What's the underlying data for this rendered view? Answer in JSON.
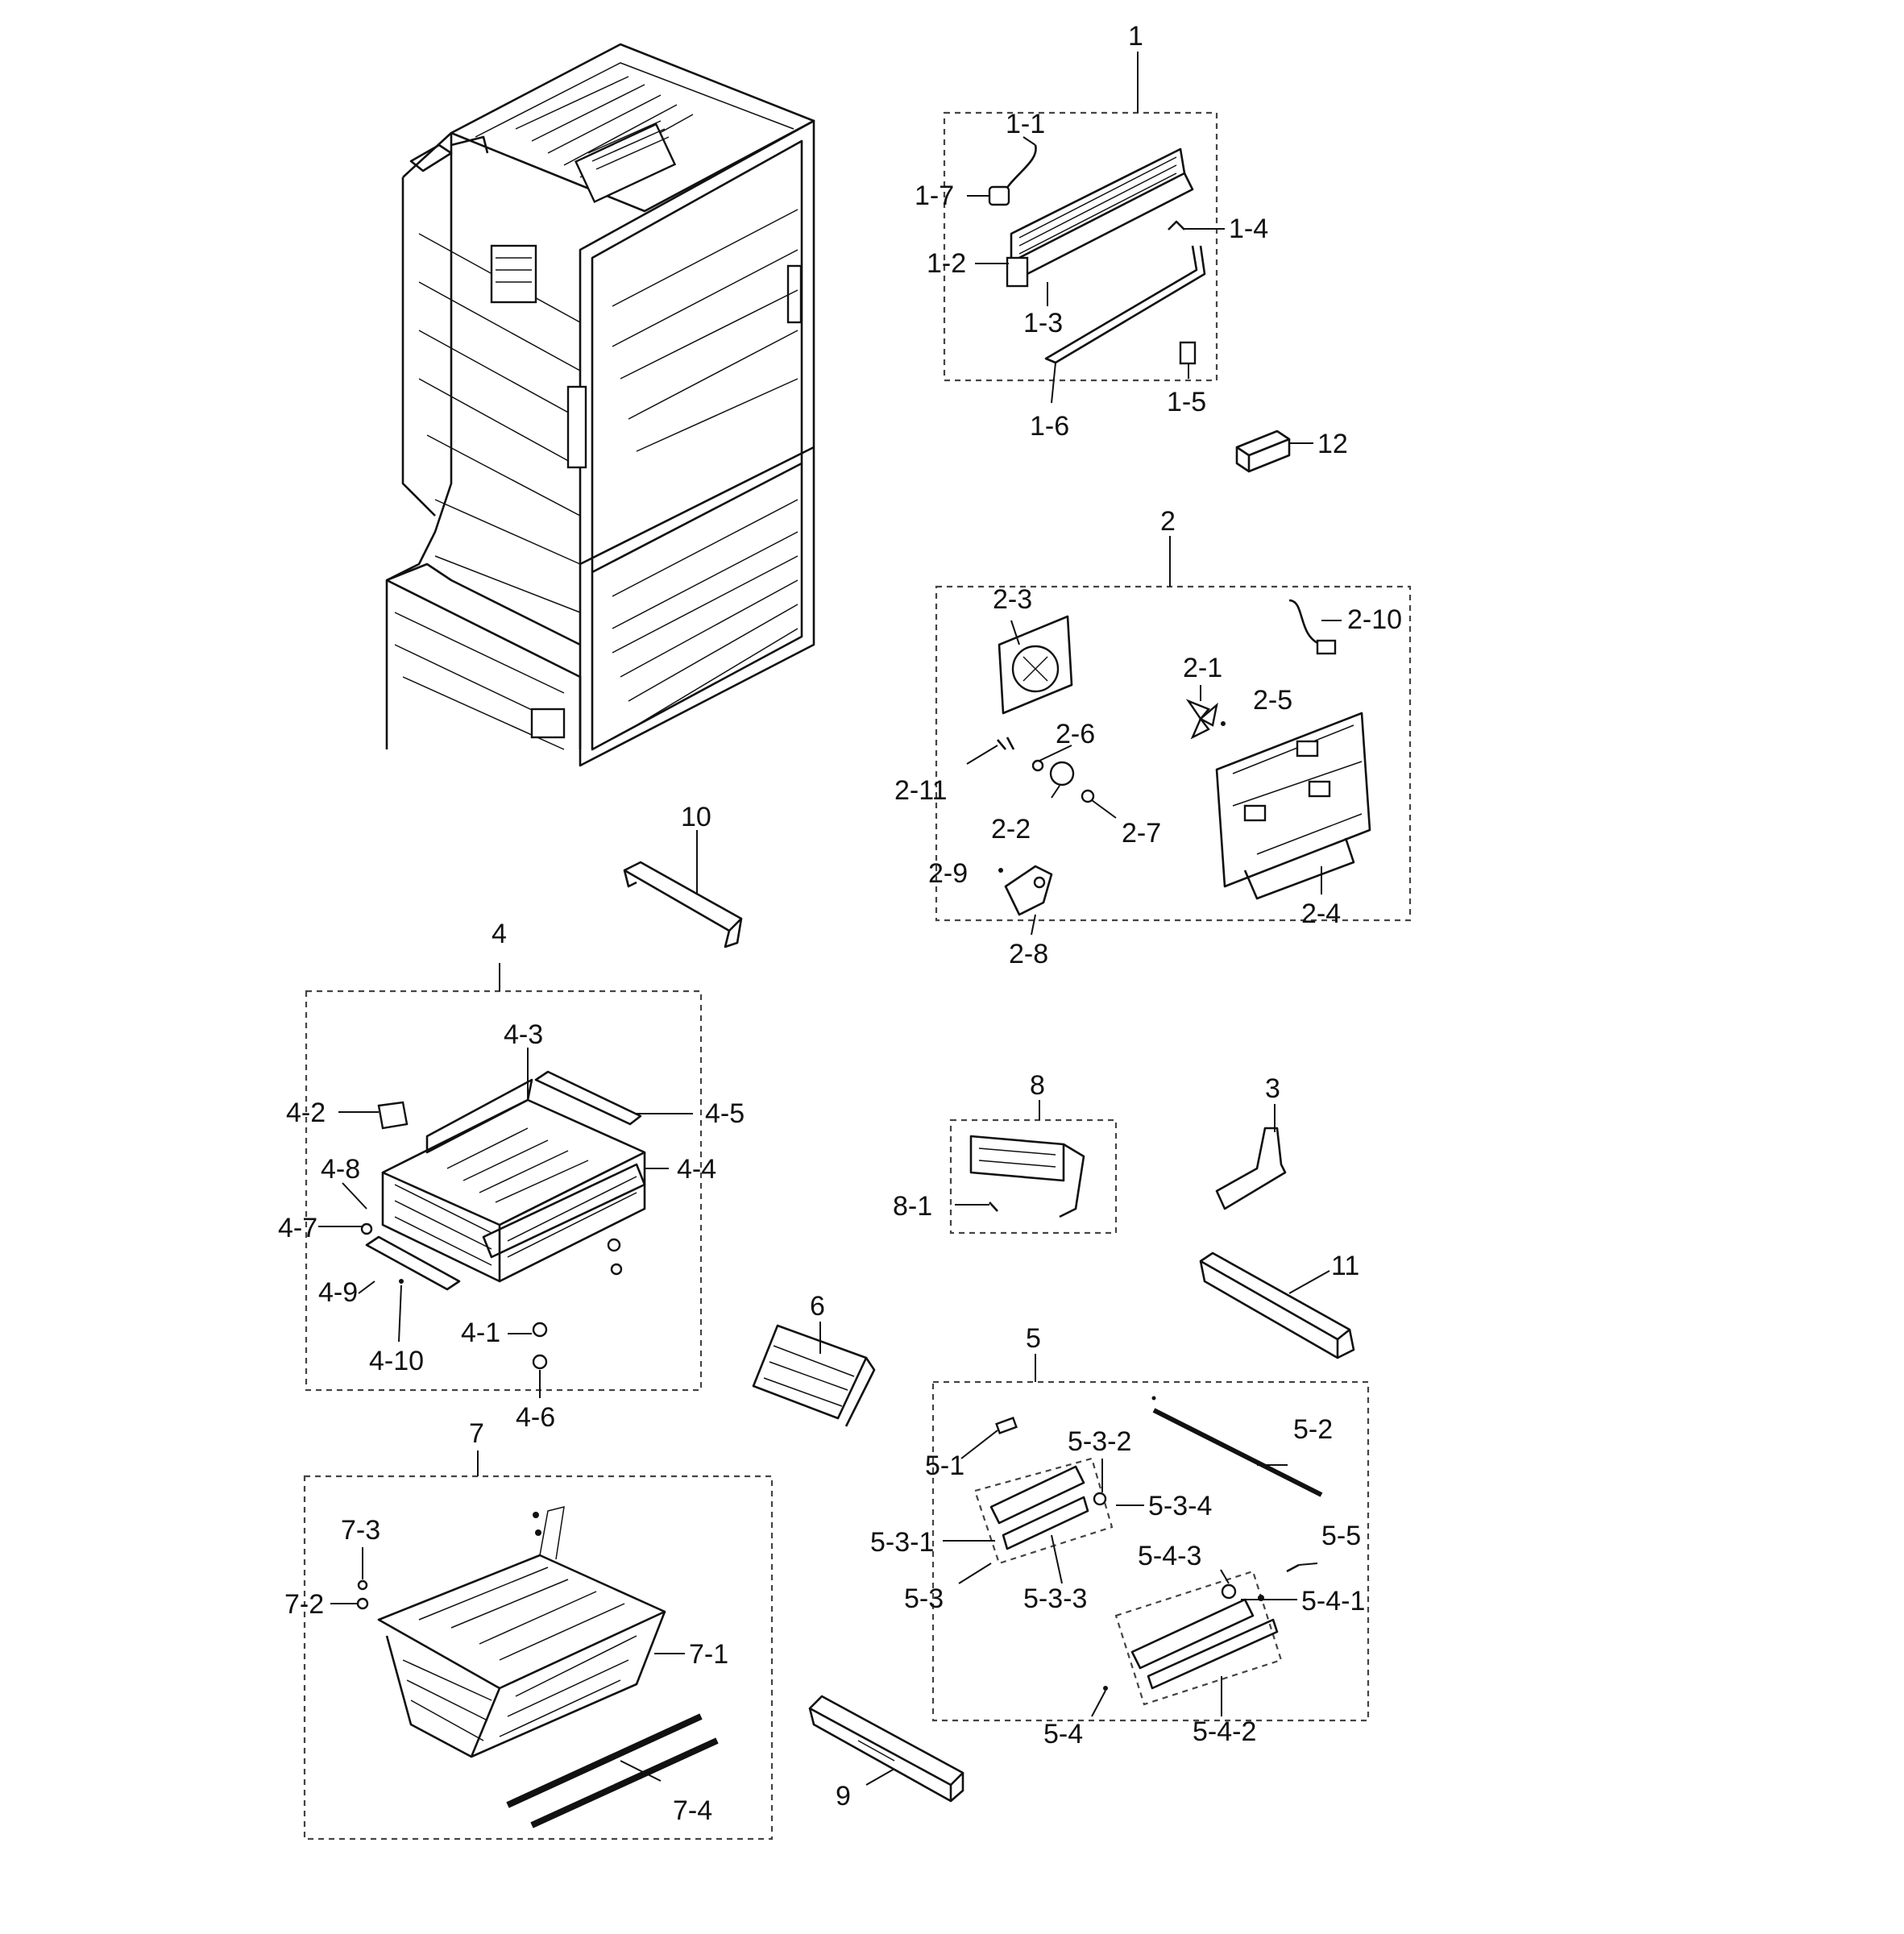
{
  "diagram": {
    "labels": {
      "c1": "1",
      "c1_1": "1-1",
      "c1_2": "1-2",
      "c1_3": "1-3",
      "c1_4": "1-4",
      "c1_5": "1-5",
      "c1_6": "1-6",
      "c1_7": "1-7",
      "c12": "12",
      "c2": "2",
      "c2_1": "2-1",
      "c2_2": "2-2",
      "c2_3": "2-3",
      "c2_4": "2-4",
      "c2_5": "2-5",
      "c2_6": "2-6",
      "c2_7": "2-7",
      "c2_8": "2-8",
      "c2_9": "2-9",
      "c2_10": "2-10",
      "c2_11": "2-11",
      "c10": "10",
      "c4": "4",
      "c4_1": "4-1",
      "c4_2": "4-2",
      "c4_3": "4-3",
      "c4_4": "4-4",
      "c4_5": "4-5",
      "c4_6": "4-6",
      "c4_7": "4-7",
      "c4_8": "4-8",
      "c4_9": "4-9",
      "c4_10": "4-10",
      "c8": "8",
      "c8_1": "8-1",
      "c3": "3",
      "c11": "11",
      "c6": "6",
      "c5": "5",
      "c5_1": "5-1",
      "c5_2": "5-2",
      "c5_3": "5-3",
      "c5_3_1": "5-3-1",
      "c5_3_2": "5-3-2",
      "c5_3_3": "5-3-3",
      "c5_3_4": "5-3-4",
      "c5_4": "5-4",
      "c5_4_1": "5-4-1",
      "c5_4_2": "5-4-2",
      "c5_4_3": "5-4-3",
      "c5_5": "5-5",
      "c7": "7",
      "c7_1": "7-1",
      "c7_2": "7-2",
      "c7_3": "7-3",
      "c7_4": "7-4",
      "c9": "9"
    }
  }
}
